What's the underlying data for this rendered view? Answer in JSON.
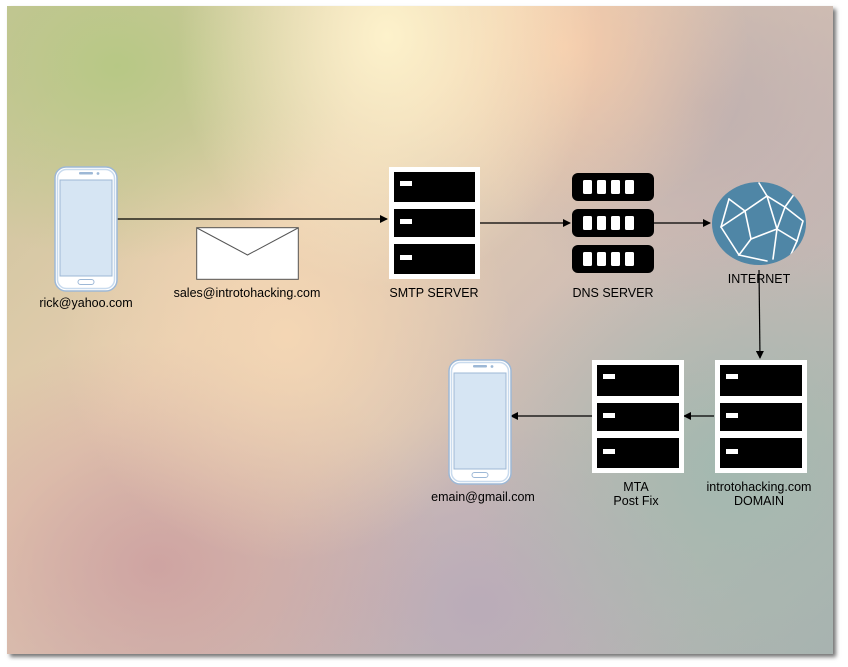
{
  "labels": {
    "sender_phone": "rick@yahoo.com",
    "email_envelope": "sales@introtohacking.com",
    "smtp_server": "SMTP SERVER",
    "dns_server": "DNS SERVER",
    "internet": "INTERNET",
    "domain_line1": "introtohacking.com",
    "domain_line2": "DOMAIN",
    "mta_line1": "MTA",
    "mta_line2": "Post Fix",
    "receiver_phone": "emain@gmail.com"
  },
  "colors": {
    "server_fill": "#000000",
    "server_frame": "#ffffff",
    "globe": "#4f86a6",
    "phone_frame": "#a8c4e0",
    "arrow": "#000000"
  },
  "icons": {
    "phone": "smartphone-icon",
    "envelope": "envelope-icon",
    "server": "server-rack-icon",
    "dns": "dns-server-icon",
    "globe": "globe-icon"
  }
}
